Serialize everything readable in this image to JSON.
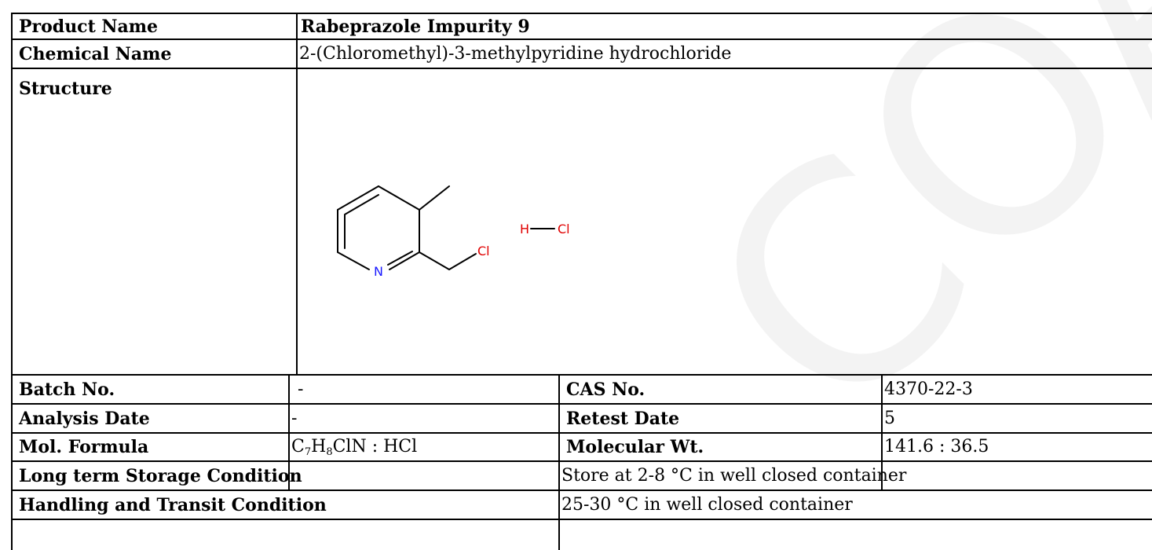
{
  "rows": {
    "product_name": {
      "label": "Product Name",
      "value": "Rabeprazole Impurity 9"
    },
    "chemical_name": {
      "label": "Chemical Name",
      "value": "2-(Chloromethyl)-3-methylpyridine hydrochloride"
    },
    "structure": {
      "label": "Structure",
      "atoms": {
        "nitrogen": "N",
        "chlorine": "Cl",
        "hcl_h": "H",
        "hcl_cl": "Cl"
      },
      "colors": {
        "bond": "#000000",
        "nitrogen": "#1a1aff",
        "chlorine": "#e00000"
      }
    },
    "batch": {
      "label": "Batch No.",
      "value": "-"
    },
    "cas": {
      "label": "CAS No.",
      "value": "4370-22-3"
    },
    "analysis_date": {
      "label": "Analysis Date",
      "value": "-"
    },
    "retest_date": {
      "label": "Retest Date",
      "value": "5"
    },
    "mol_formula": {
      "label": "Mol. Formula",
      "c": "C",
      "c_sub": "7",
      "h": "H",
      "h_sub": "8",
      "rest": "ClN : HCl"
    },
    "mol_weight": {
      "label": "Molecular Wt.",
      "value": "141.6 : 36.5"
    },
    "storage": {
      "label": "Long term Storage Condition",
      "value": "Store at 2-8 °C in well closed container"
    },
    "handling": {
      "label": "Handling and Transit Condition",
      "value": "25-30 °C in well closed container"
    }
  },
  "watermark": "COA"
}
